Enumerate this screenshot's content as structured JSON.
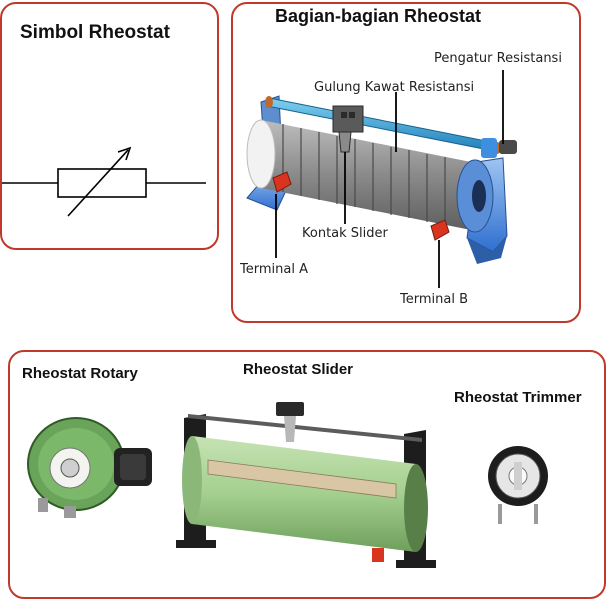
{
  "symbol_panel": {
    "title": "Simbol Rheostat"
  },
  "parts_panel": {
    "title": "Bagian-bagian Rheostat",
    "labels": {
      "adjuster": "Pengatur Resistansi",
      "wire_coil": "Gulung Kawat Resistansi",
      "slider_contact": "Kontak Slider",
      "terminal_a": "Terminal A",
      "terminal_b": "Terminal B"
    }
  },
  "types_panel": {
    "rotary": "Rheostat Rotary",
    "slider": "Rheostat Slider",
    "trimmer": "Rheostat Trimmer"
  },
  "colors": {
    "border": "#c0392b",
    "body_blue": "#2f6fd0",
    "coil_gray": "#8c8c8c",
    "green_body": "#a4cf8e",
    "terminal_red": "#d9341f"
  }
}
